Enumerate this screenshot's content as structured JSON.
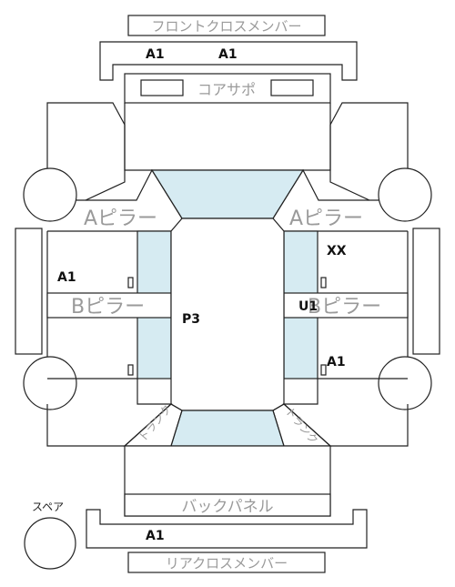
{
  "labels": {
    "front_cross_member": "フロントクロスメンバー",
    "core_support": "コアサポ",
    "a_pillar_left": "Aピラー",
    "a_pillar_right": "Aピラー",
    "b_pillar_left": "Bピラー",
    "b_pillar_right": "Bピラー",
    "back_panel": "バックパネル",
    "rear_cross_member": "リアクロスメンバー",
    "spare": "スペア",
    "trunk_left": "トランク",
    "trunk_right": "トランク"
  },
  "codes": {
    "front_cross_left": "A1",
    "front_cross_right": "A1",
    "left_upper": "A1",
    "roof": "P3",
    "right_upper": "XX",
    "right_b_pillar": "U1",
    "right_lower": "A1",
    "rear_cross": "A1"
  },
  "colors": {
    "glass": "#d6ebf2",
    "label_gray": "#9a9a9a",
    "line": "#222222"
  }
}
